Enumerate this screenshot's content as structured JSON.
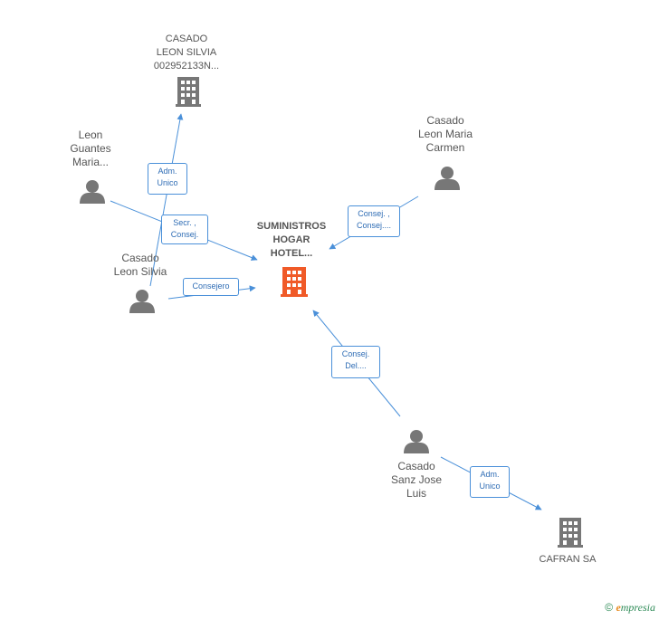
{
  "colors": {
    "edge": "#4a90d9",
    "edge_text": "#2f6db5",
    "person": "#777777",
    "company": "#777777",
    "main_company": "#f05a28",
    "label": "#555555"
  },
  "nodes": {
    "main": {
      "lines": [
        "SUMINISTROS",
        "HOGAR",
        "HOTEL..."
      ],
      "icon": "building-icon"
    },
    "casado_leon_silvia_company": {
      "lines": [
        "CASADO",
        "LEON SILVIA",
        "002952133N..."
      ],
      "icon": "building-icon"
    },
    "leon_guantes": {
      "lines": [
        "Leon",
        "Guantes",
        "Maria..."
      ],
      "icon": "person-icon"
    },
    "casado_leon_silvia": {
      "lines": [
        "Casado",
        "Leon Silvia"
      ],
      "icon": "person-icon"
    },
    "casado_leon_maria": {
      "lines": [
        "Casado",
        "Leon Maria",
        "Carmen"
      ],
      "icon": "person-icon"
    },
    "casado_sanz": {
      "lines": [
        "Casado",
        "Sanz Jose",
        "Luis"
      ],
      "icon": "person-icon"
    },
    "cafran": {
      "lines": [
        "CAFRAN SA"
      ],
      "icon": "building-icon"
    }
  },
  "edges": {
    "adm_unico_1": [
      "Adm.",
      "Unico"
    ],
    "secr_consej": [
      "Secr. ,",
      "Consej."
    ],
    "consejero": [
      "Consejero"
    ],
    "consej_consej": [
      "Consej. ,",
      "Consej...."
    ],
    "consej_del": [
      "Consej.",
      "Del...."
    ],
    "adm_unico_2": [
      "Adm.",
      "Unico"
    ]
  },
  "footer": {
    "copyright": "©",
    "brand_initial": "e",
    "brand_rest": "mpresia"
  }
}
